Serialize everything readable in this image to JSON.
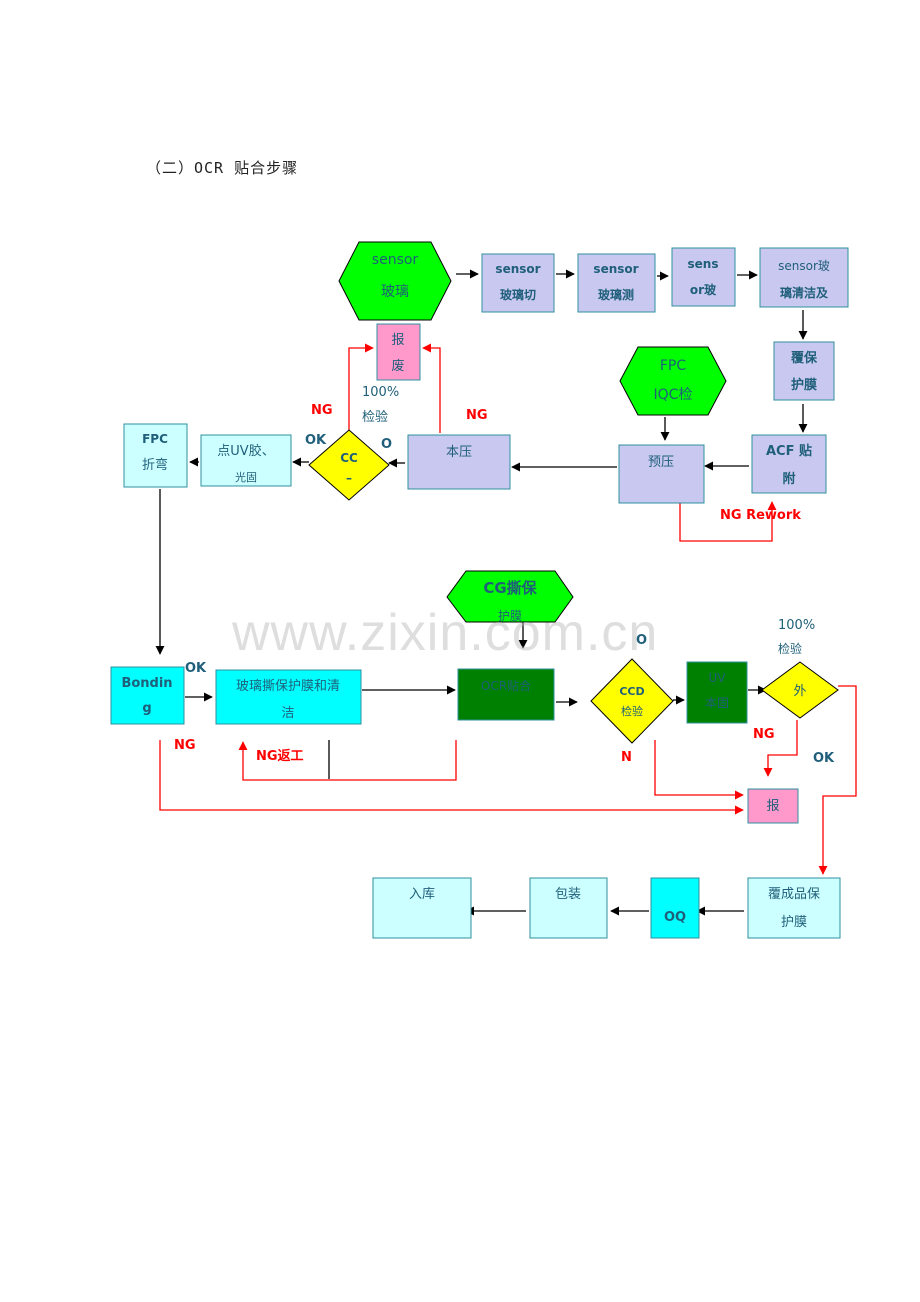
{
  "title": "（二）OCR 贴合步骤",
  "watermark": "www.zixin.com.cn",
  "colors": {
    "lavender": "#c8c8f0",
    "light_cyan": "#ccffff",
    "cyan": "#00ffff",
    "pink": "#ff99cc",
    "green": "#00ff00",
    "dark_green": "#008000",
    "yellow": "#ffff00",
    "red_line": "#ff0000",
    "teal_text": "#1f5f7a"
  },
  "nodes": {
    "sensor_glass": [
      "sensor",
      "玻璃"
    ],
    "glass_cut": [
      "sensor",
      "玻璃切"
    ],
    "glass_test": [
      "sensor",
      "玻璃测"
    ],
    "sens_glass": [
      "sens",
      "or玻"
    ],
    "glass_clean": [
      "sensor玻",
      "璃清洁及"
    ],
    "protect_film": [
      "覆保",
      "护膜"
    ],
    "scrap_top": [
      "报",
      "废"
    ],
    "fpc_iqc": [
      "FPC",
      "IQC检"
    ],
    "acf_attach": [
      "ACF 贴",
      "附"
    ],
    "pre_press": [
      "预压"
    ],
    "main_press": [
      "本压"
    ],
    "cc_check": [
      "CC",
      "–"
    ],
    "uv_glue": [
      "点UV胶、",
      "光固"
    ],
    "fpc_fold": [
      "FPC",
      "折弯"
    ],
    "cg_peel": [
      "CG撕保",
      "护膜"
    ],
    "bonding": [
      "Bondin",
      "g"
    ],
    "glass_peel_clean": [
      "玻璃撕保护膜和清",
      "洁"
    ],
    "ocr_laminate": [
      "OCR贴合"
    ],
    "ccd_check": [
      "CCD",
      "检验"
    ],
    "uv_cure": [
      "UV",
      "本固"
    ],
    "visual_check": [
      "外"
    ],
    "scrap_bottom": [
      "报"
    ],
    "final_film": [
      "覆成品保",
      "护膜"
    ],
    "oq": [
      "OQ"
    ],
    "packing": [
      "包装"
    ],
    "warehouse": [
      "入库"
    ]
  },
  "labels": {
    "hundred_pct_top": "100%",
    "inspect_top": "检验",
    "ng_left": "NG",
    "ng_right": "NG",
    "ok_cc": "OK",
    "o_cc": "O",
    "ng_rework": "NG Rework",
    "o_ccd": "O",
    "ok_bonding": "OK",
    "ng_bonding": "NG",
    "ng_rework_cn": "NG返工",
    "n_ccd": "N",
    "hundred_pct_bottom": "100%",
    "inspect_bottom": "检验",
    "ng_visual": "NG",
    "ok_visual": "OK"
  }
}
